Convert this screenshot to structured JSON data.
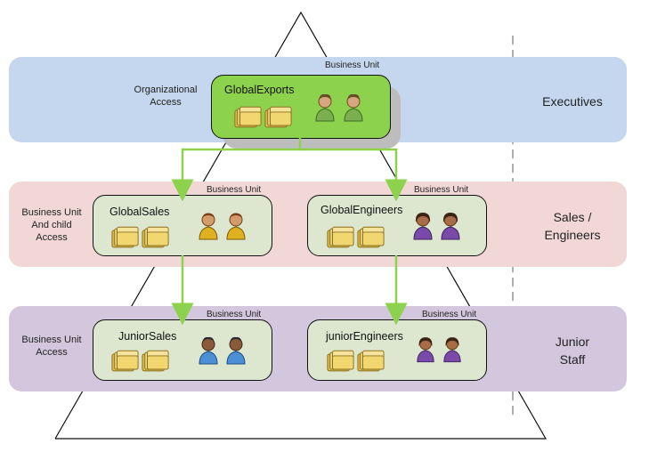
{
  "tiers": {
    "executives": "Executives",
    "sales_line1": "Sales /",
    "sales_line2": "Engineers",
    "junior_line1": "Junior",
    "junior_line2": "Staff"
  },
  "access": {
    "org_line1": "Organizational",
    "org_line2": "Access",
    "buchild_line1": "Business Unit",
    "buchild_line2": "And child",
    "buchild_line3": "Access",
    "bu_line1": "Business Unit",
    "bu_line2": "Access"
  },
  "business_unit_label": "Business Unit",
  "units": {
    "global_exports": "GlobalExports",
    "global_sales": "GlobalSales",
    "global_engineers": "GlobalEngineers",
    "junior_sales": "JuniorSales",
    "junior_engineers": "juniorEngineers"
  },
  "icons": {
    "folder": "folder-icon",
    "user": "user-icon"
  },
  "colors": {
    "exec_band": "#c4d7ee",
    "sales_band": "#f1d8d7",
    "junior_band": "#d2c7dd",
    "root_unit": "#8cd24d",
    "child_unit": "#dde7cf",
    "arrow": "#8cd24d"
  }
}
